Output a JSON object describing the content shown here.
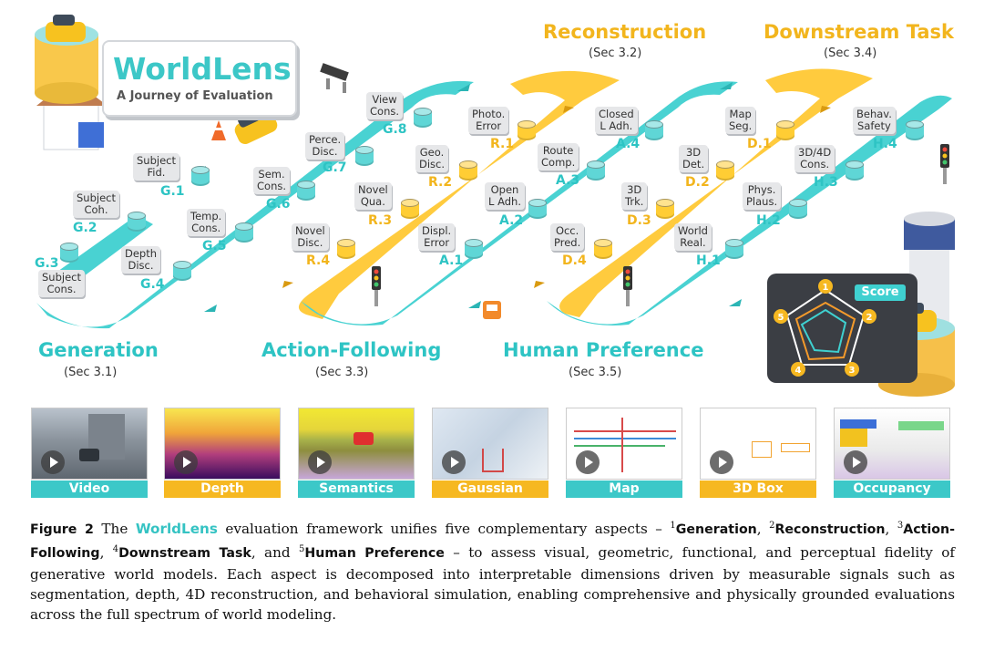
{
  "logo": {
    "title": "WorldLens",
    "subtitle": "A Journey of Evaluation"
  },
  "sections": [
    {
      "id": "generation",
      "title": "Generation",
      "sub": "(Sec 3.1)",
      "color": "#2ec4c4"
    },
    {
      "id": "reconstruction",
      "title": "Reconstruction",
      "sub": "(Sec 3.2)",
      "color": "#f2b51d"
    },
    {
      "id": "action",
      "title": "Action-Following",
      "sub": "(Sec 3.3)",
      "color": "#2ec4c4"
    },
    {
      "id": "downstream",
      "title": "Downstream Task",
      "sub": "(Sec 3.4)",
      "color": "#f2b51d"
    },
    {
      "id": "human",
      "title": "Human Preference",
      "sub": "(Sec 3.5)",
      "color": "#2ec4c4"
    }
  ],
  "nodes": [
    {
      "id": "g3",
      "label": "Subject\nCons.",
      "code": "G.3",
      "color": "cyan"
    },
    {
      "id": "g2",
      "label": "Subject\nCoh.",
      "code": "G.2",
      "color": "cyan"
    },
    {
      "id": "g1",
      "label": "Subject\nFid.",
      "code": "G.1",
      "color": "cyan"
    },
    {
      "id": "g4",
      "label": "Depth\nDisc.",
      "code": "G.4",
      "color": "cyan"
    },
    {
      "id": "g5",
      "label": "Temp.\nCons.",
      "code": "G.5",
      "color": "cyan"
    },
    {
      "id": "g6",
      "label": "Sem.\nCons.",
      "code": "G.6",
      "color": "cyan"
    },
    {
      "id": "g7",
      "label": "Perce.\nDisc.",
      "code": "G.7",
      "color": "cyan"
    },
    {
      "id": "g8",
      "label": "View\nCons.",
      "code": "G.8",
      "color": "cyan"
    },
    {
      "id": "r4",
      "label": "Novel\nDisc.",
      "code": "R.4",
      "color": "yellow"
    },
    {
      "id": "r3",
      "label": "Novel\nQua.",
      "code": "R.3",
      "color": "yellow"
    },
    {
      "id": "r2",
      "label": "Geo.\nDisc.",
      "code": "R.2",
      "color": "yellow"
    },
    {
      "id": "r1",
      "label": "Photo.\nError",
      "code": "R.1",
      "color": "yellow"
    },
    {
      "id": "a1",
      "label": "Displ.\nError",
      "code": "A.1",
      "color": "cyan"
    },
    {
      "id": "a2",
      "label": "Open\nL Adh.",
      "code": "A.2",
      "color": "cyan"
    },
    {
      "id": "a3",
      "label": "Route\nComp.",
      "code": "A.3",
      "color": "cyan"
    },
    {
      "id": "a4",
      "label": "Closed\nL Adh.",
      "code": "A.4",
      "color": "cyan"
    },
    {
      "id": "d4",
      "label": "Occ.\nPred.",
      "code": "D.4",
      "color": "yellow"
    },
    {
      "id": "d3",
      "label": "3D\nTrk.",
      "code": "D.3",
      "color": "yellow"
    },
    {
      "id": "d2",
      "label": "3D\nDet.",
      "code": "D.2",
      "color": "yellow"
    },
    {
      "id": "d1",
      "label": "Map\nSeg.",
      "code": "D.1",
      "color": "yellow"
    },
    {
      "id": "h1",
      "label": "World\nReal.",
      "code": "H.1",
      "color": "cyan"
    },
    {
      "id": "h2",
      "label": "Phys.\nPlaus.",
      "code": "H.2",
      "color": "cyan"
    },
    {
      "id": "h3",
      "label": "3D/4D\nCons.",
      "code": "H.3",
      "color": "cyan"
    },
    {
      "id": "h4",
      "label": "Behav.\nSafety",
      "code": "H.4",
      "color": "cyan"
    }
  ],
  "score": {
    "label": "Score",
    "axes": [
      "1",
      "2",
      "3",
      "4",
      "5"
    ]
  },
  "thumbnails": [
    {
      "id": "video",
      "label": "Video",
      "color": "#3cc8c8"
    },
    {
      "id": "depth",
      "label": "Depth",
      "color": "#f6b821"
    },
    {
      "id": "semantics",
      "label": "Semantics",
      "color": "#3cc8c8"
    },
    {
      "id": "gaussian",
      "label": "Gaussian",
      "color": "#f6b821"
    },
    {
      "id": "map",
      "label": "Map",
      "color": "#3cc8c8"
    },
    {
      "id": "box3d",
      "label": "3D Box",
      "color": "#f6b821"
    },
    {
      "id": "occupancy",
      "label": "Occupancy",
      "color": "#3cc8c8"
    }
  ],
  "caption": {
    "fig": "Figure 2",
    "t1": "The",
    "wl": "WorldLens",
    "t2": "evaluation framework unifies five complementary aspects –",
    "n1": "1",
    "k1": "Generation",
    "n2": "2",
    "k2": "Reconstruction",
    "n3": "3",
    "k3": "Action-Following",
    "n4": "4",
    "k4": "Downstream Task",
    "t3": ", and",
    "n5": "5",
    "k5": "Human Preference",
    "t4": "– to assess visual, geometric, functional, and perceptual fidelity of generative world models. Each aspect is decomposed into interpretable dimensions driven by measurable signals such as segmentation, depth, 4D reconstruction, and behavioral simulation, enabling comprehensive and physically grounded evaluations across the full spectrum of world modeling."
  }
}
